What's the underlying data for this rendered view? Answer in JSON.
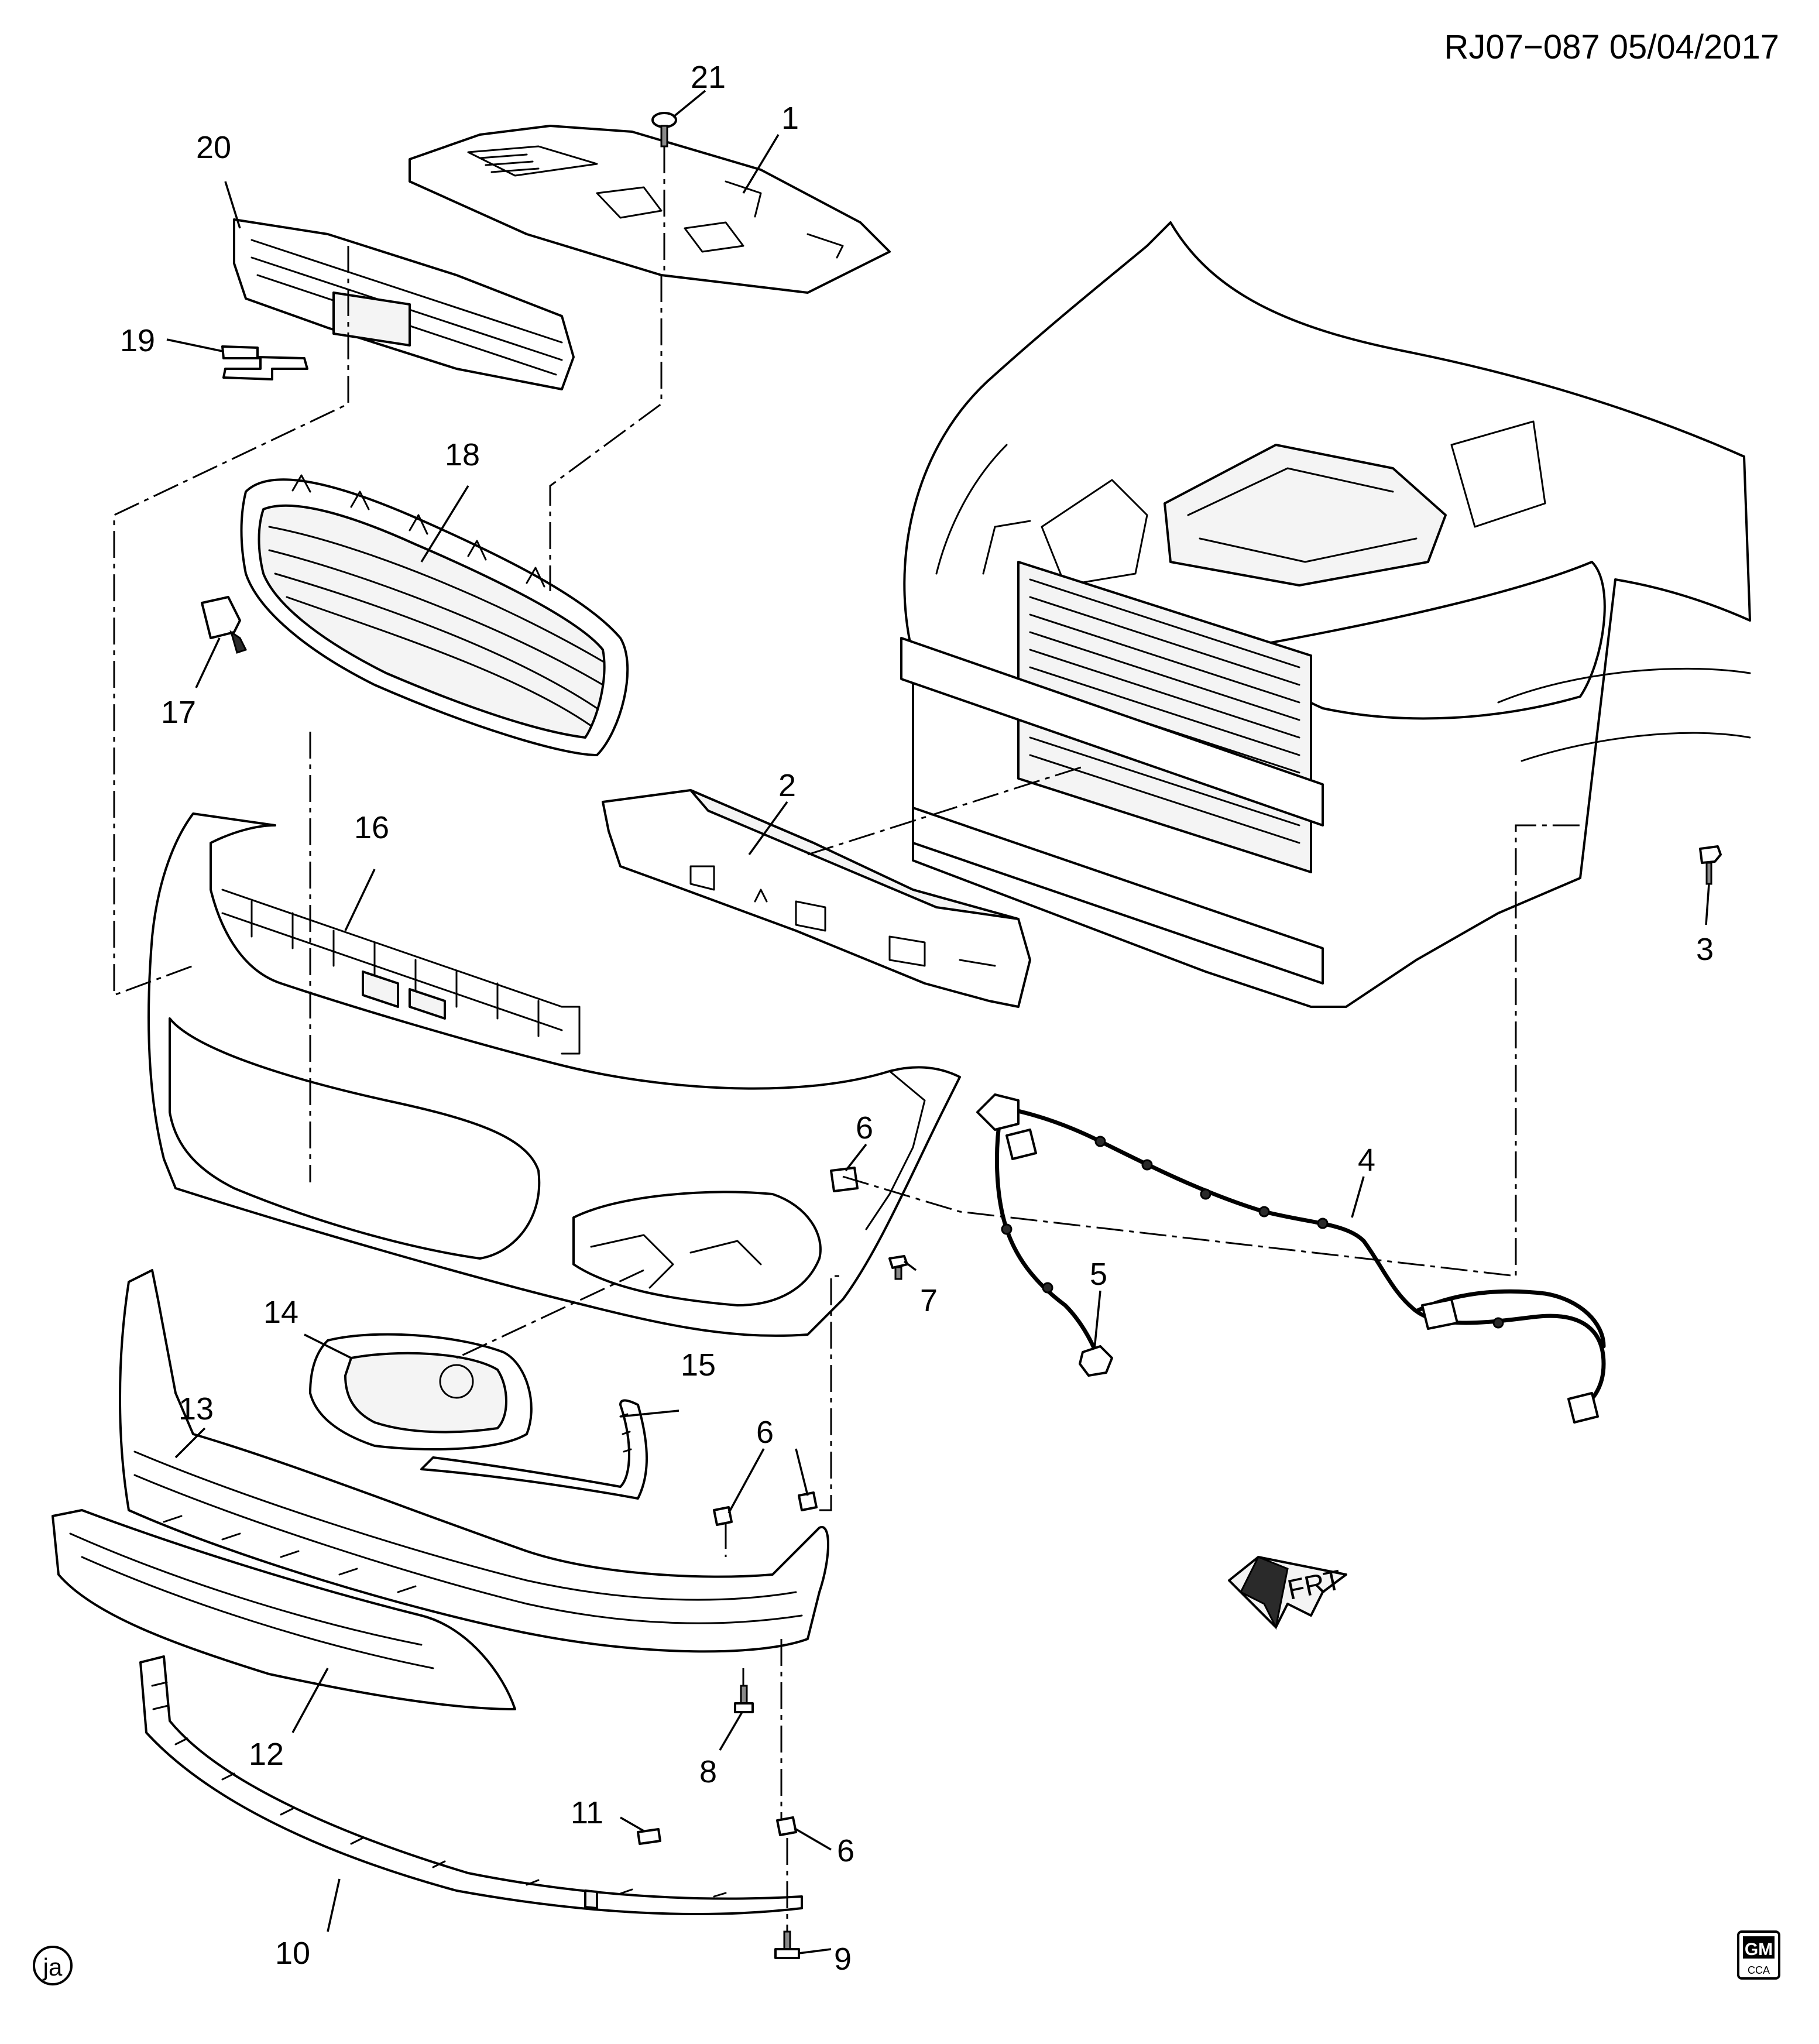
{
  "diagram": {
    "header": "RJ07−087  05/04/2017",
    "author_mark": "ja",
    "logo": {
      "top": "GM",
      "bottom": "CCA"
    },
    "direction_label": "FRT",
    "callouts": [
      {
        "id": "c1",
        "label": "1"
      },
      {
        "id": "c2",
        "label": "2"
      },
      {
        "id": "c3",
        "label": "3"
      },
      {
        "id": "c4",
        "label": "4"
      },
      {
        "id": "c5",
        "label": "5"
      },
      {
        "id": "c6a",
        "label": "6"
      },
      {
        "id": "c6b",
        "label": "6"
      },
      {
        "id": "c6c",
        "label": "6"
      },
      {
        "id": "c7",
        "label": "7"
      },
      {
        "id": "c8",
        "label": "8"
      },
      {
        "id": "c9",
        "label": "9"
      },
      {
        "id": "c10",
        "label": "10"
      },
      {
        "id": "c11",
        "label": "11"
      },
      {
        "id": "c12",
        "label": "12"
      },
      {
        "id": "c13",
        "label": "13"
      },
      {
        "id": "c14",
        "label": "14"
      },
      {
        "id": "c15",
        "label": "15"
      },
      {
        "id": "c16",
        "label": "16"
      },
      {
        "id": "c17",
        "label": "17"
      },
      {
        "id": "c18",
        "label": "18"
      },
      {
        "id": "c19",
        "label": "19"
      },
      {
        "id": "c20",
        "label": "20"
      },
      {
        "id": "c21",
        "label": "21"
      }
    ]
  }
}
